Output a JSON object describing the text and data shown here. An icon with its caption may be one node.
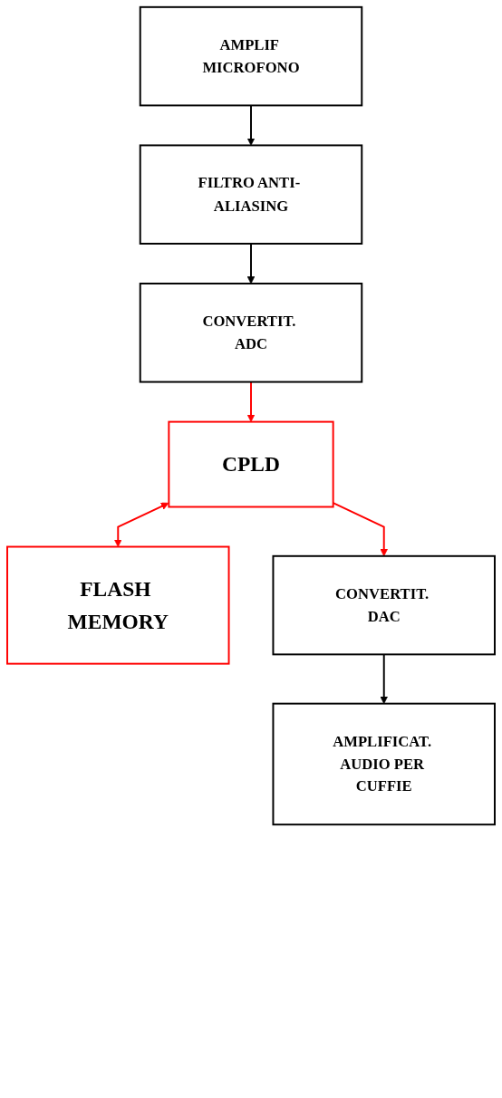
{
  "diagram": {
    "nodes": [
      {
        "text": [
          "AMPLIF MICROFONO"
        ]
      },
      {
        "text": [
          "FILTRO ANTI- ALIASING"
        ]
      },
      {
        "text": [
          "CONVERTIT. ADC"
        ]
      },
      {
        "text": [
          "CPLD"
        ]
      },
      {
        "text": [
          "FLASH MEMORY"
        ]
      },
      {
        "text": [
          "CONVERTIT. DAC"
        ]
      },
      {
        "text": [
          "AMPLIFICAT. AUDIO PER CUFFIE"
        ]
      }
    ],
    "edges": [
      {
        "from": 0,
        "to": 1,
        "arrow": "to"
      },
      {
        "from": 1,
        "to": 2,
        "arrow": "to"
      },
      {
        "from": 2,
        "to": 3,
        "arrow": "to",
        "color": "#ff0000"
      },
      {
        "from": 3,
        "to": 4,
        "arrow": "both",
        "color": "#ff0000"
      },
      {
        "from": 3,
        "to": 5,
        "arrow": "to",
        "color": "#ff0000"
      },
      {
        "from": 5,
        "to": 6,
        "arrow": "to"
      }
    ]
  }
}
